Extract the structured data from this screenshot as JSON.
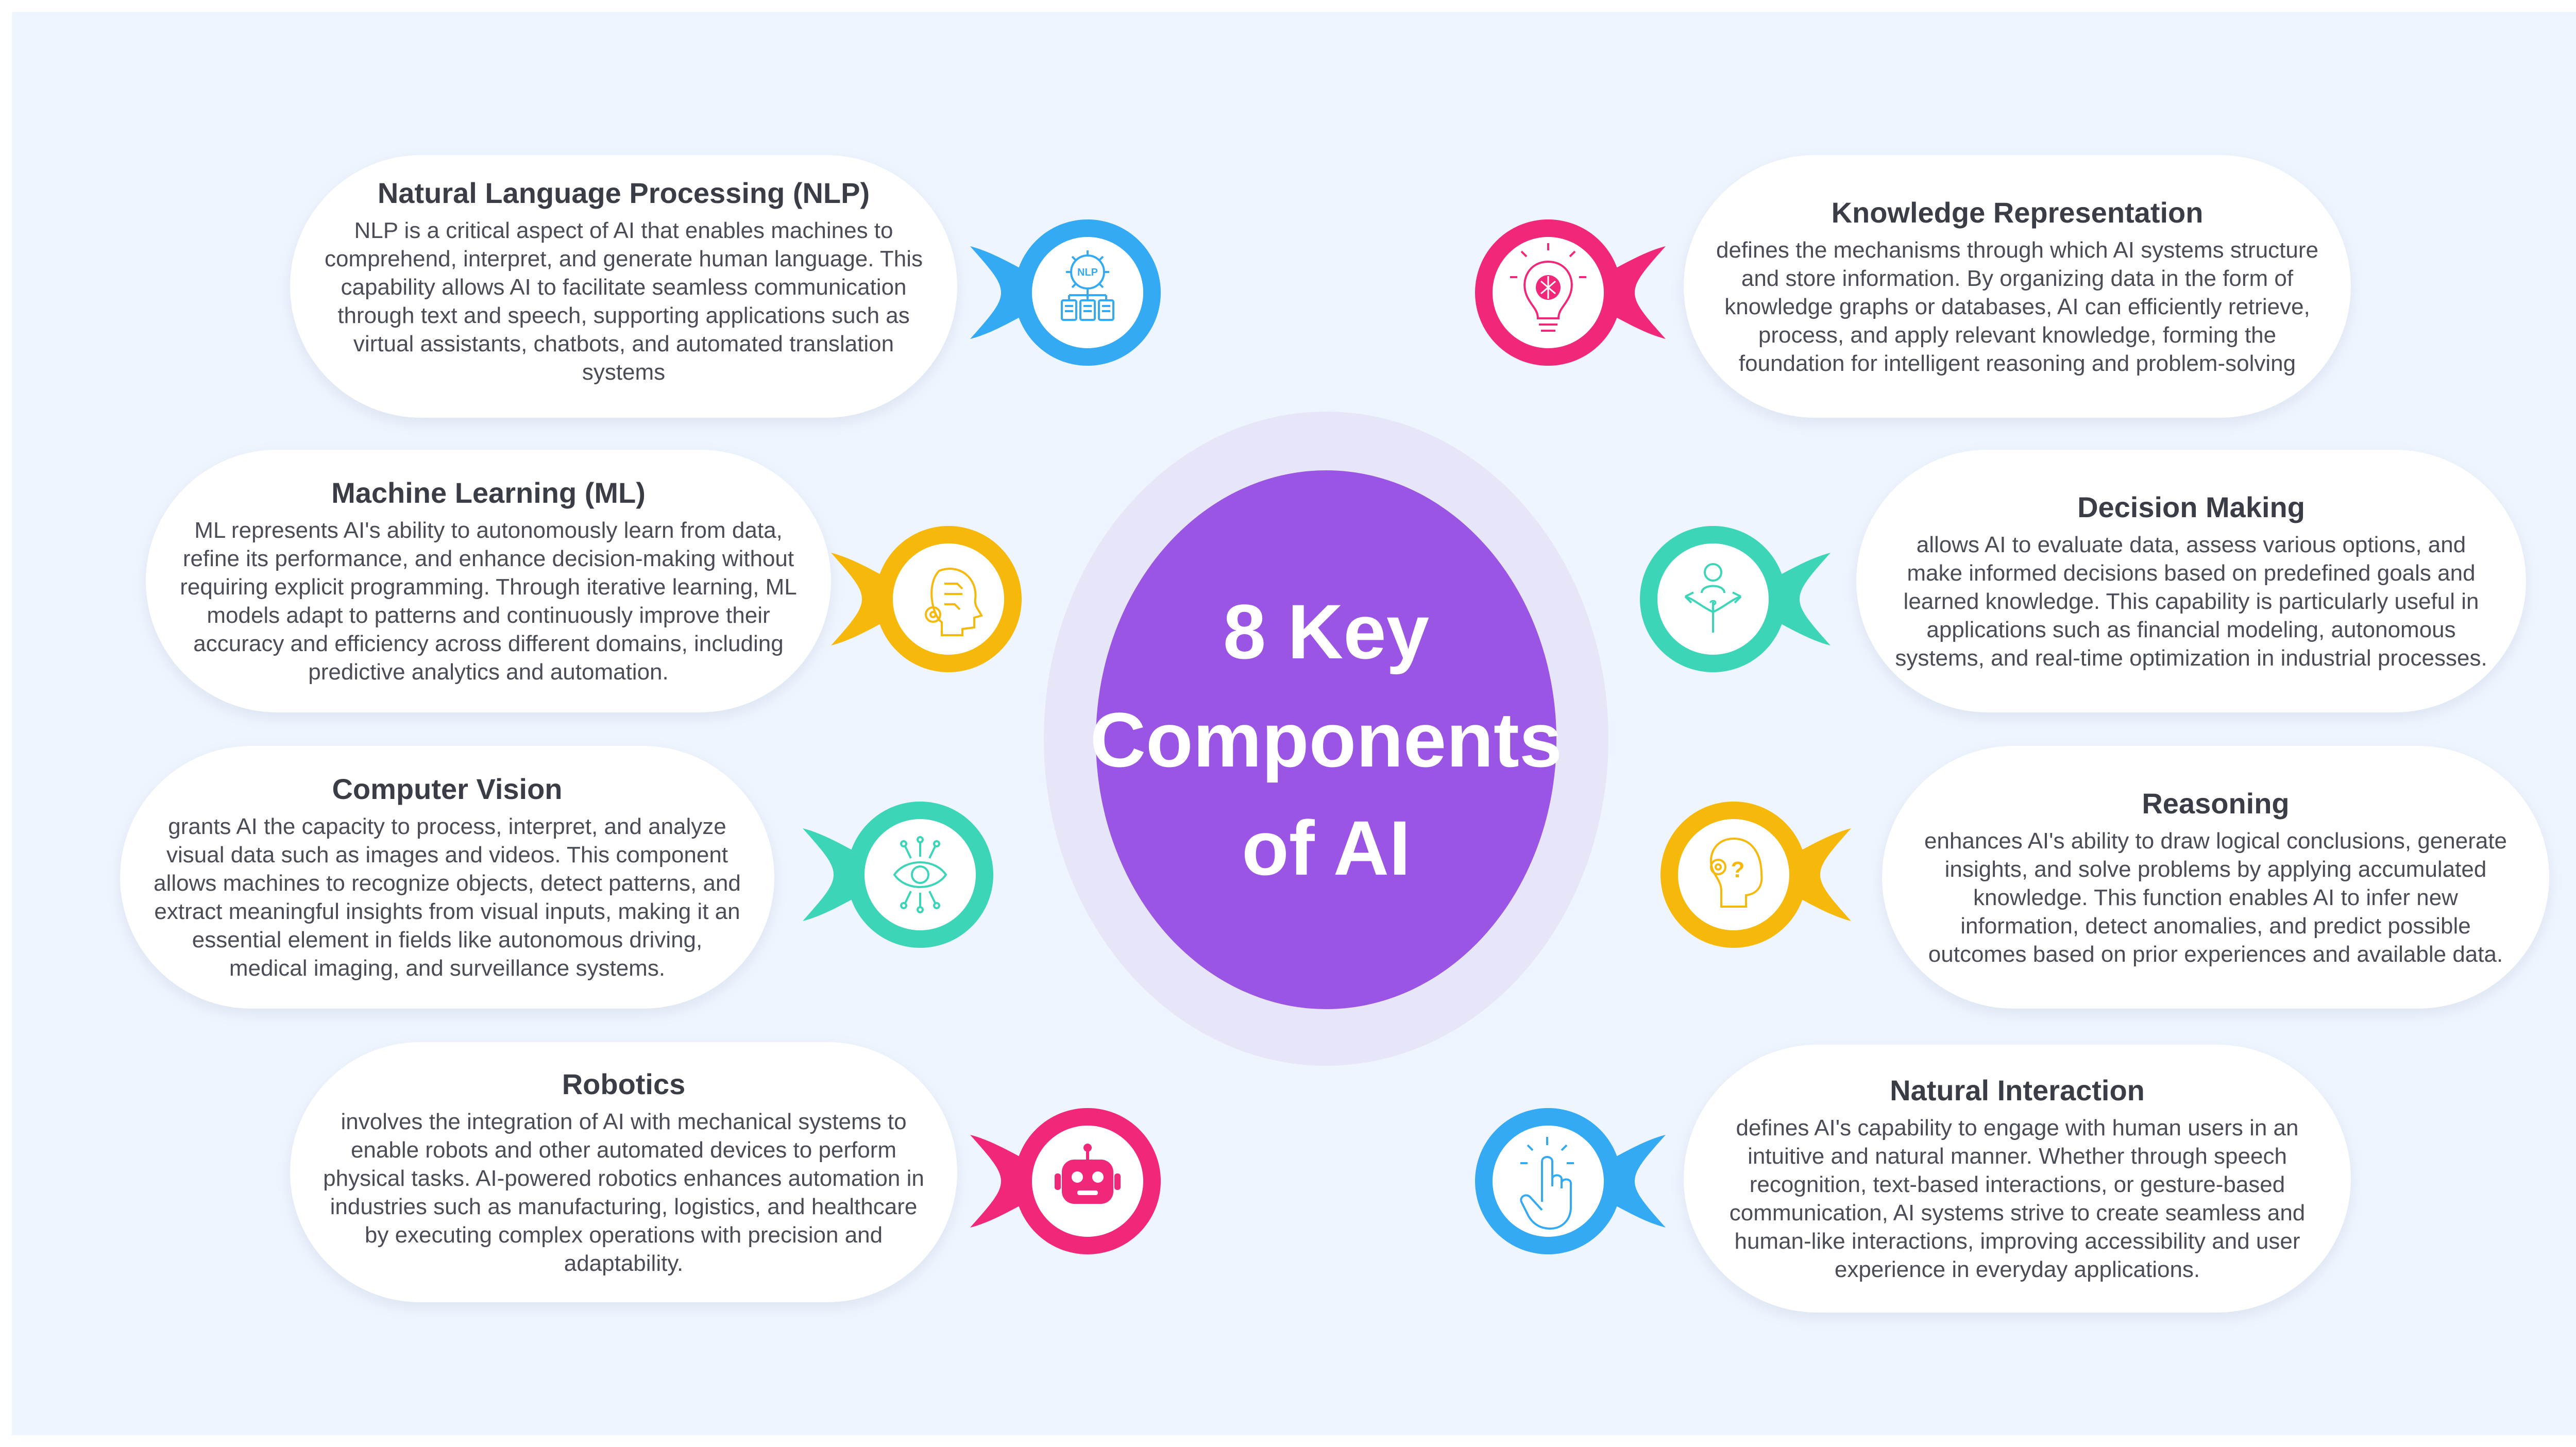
{
  "title": {
    "lines": [
      "8 Key",
      "Components",
      "of AI"
    ]
  },
  "colors": {
    "background": "#eff5fe",
    "center": "#9b55e4",
    "halo": "#e7e5f8",
    "blue": "#33aaf3",
    "yellow": "#f6b80a",
    "teal": "#3cd5b8",
    "pink": "#f1287a"
  },
  "components": [
    {
      "title": "Natural Language Processing (NLP)",
      "description": "NLP is a critical aspect of AI that enables machines to comprehend, interpret, and generate human language. This capability allows AI to facilitate seamless communication through text and speech, supporting applications such as virtual assistants, chatbots, and automated translation systems",
      "icon": "nlp-gear-documents-icon",
      "icon_text": "NLP",
      "color": "blue"
    },
    {
      "title": "Machine Learning (ML)",
      "description": "ML represents AI's ability to autonomously learn from data, refine its performance, and enhance decision-making without requiring explicit programming. Through iterative learning, ML models adapt to patterns and continuously improve their accuracy and efficiency across different domains, including predictive analytics and automation.",
      "icon": "ai-head-circuit-icon",
      "color": "yellow"
    },
    {
      "title": "Computer Vision",
      "description": "grants AI the capacity to process, interpret, and analyze visual data such as images and videos. This component allows machines to recognize objects, detect patterns, and extract meaningful insights from visual inputs, making it an essential element in fields like autonomous driving, medical imaging, and surveillance systems.",
      "icon": "circuit-eye-icon",
      "color": "teal"
    },
    {
      "title": "Robotics",
      "description": "involves the integration of AI with mechanical systems to enable robots and other automated devices to perform physical tasks. AI-powered robotics enhances automation in industries such as manufacturing, logistics, and healthcare by executing complex operations with precision and adaptability.",
      "icon": "robot-head-icon",
      "color": "pink"
    },
    {
      "title": "Knowledge Representation",
      "description": "defines the mechanisms through which AI systems structure and store information. By organizing data in the form of knowledge graphs or databases, AI can efficiently retrieve, process, and apply relevant knowledge, forming the foundation for intelligent reasoning and problem-solving",
      "icon": "lightbulb-brain-icon",
      "color": "pink"
    },
    {
      "title": "Decision Making",
      "description": "allows AI to evaluate data, assess various options, and make informed decisions based on predefined goals and learned knowledge. This capability is particularly useful in applications such as financial modeling, autonomous systems, and real-time optimization in industrial processes.",
      "icon": "person-question-arrows-icon",
      "icon_text": "?",
      "color": "teal"
    },
    {
      "title": "Reasoning",
      "description": "enhances AI's ability to draw logical conclusions, generate insights, and solve problems by applying accumulated knowledge. This function enables AI to infer new information, detect anomalies, and predict possible outcomes based on prior experiences and available data.",
      "icon": "head-question-gear-icon",
      "icon_text": "?",
      "color": "yellow"
    },
    {
      "title": "Natural Interaction",
      "description": "defines AI's capability to engage with human users in an intuitive and natural manner. Whether through speech recognition, text-based interactions, or gesture-based communication, AI systems strive to create seamless and human-like interactions, improving accessibility and user experience in everyday applications.",
      "icon": "hand-tap-icon",
      "color": "blue"
    }
  ]
}
